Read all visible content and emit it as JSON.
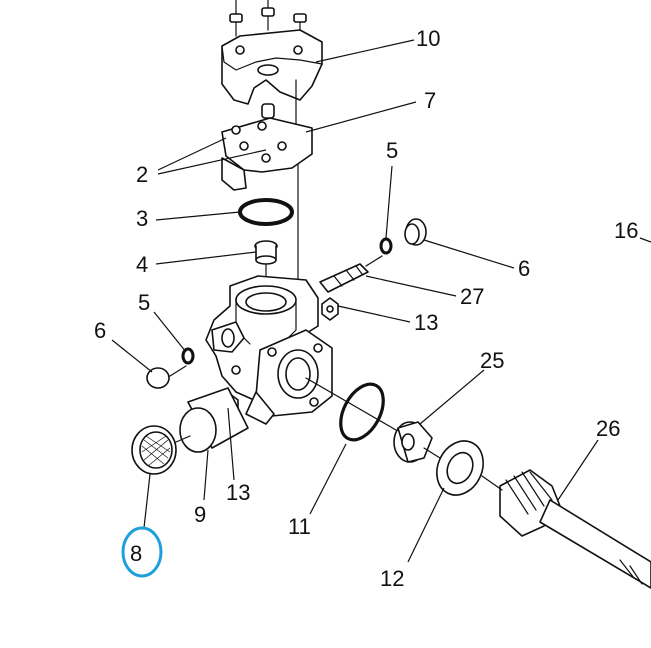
{
  "callouts": {
    "c10": "10",
    "c7": "7",
    "c2": "2",
    "c3": "3",
    "c5a": "5",
    "c4": "4",
    "c6a": "6",
    "c16": "16",
    "c27": "27",
    "c5b": "5",
    "c13a": "13",
    "c6b": "6",
    "c25": "25",
    "c26": "26",
    "c13b": "13",
    "c9": "9",
    "c11": "11",
    "c8": "8",
    "c12": "12"
  },
  "colors": {
    "line": "#111111",
    "highlight": "#1ea0dc",
    "background": "#ffffff"
  },
  "highlighted_part": "8"
}
